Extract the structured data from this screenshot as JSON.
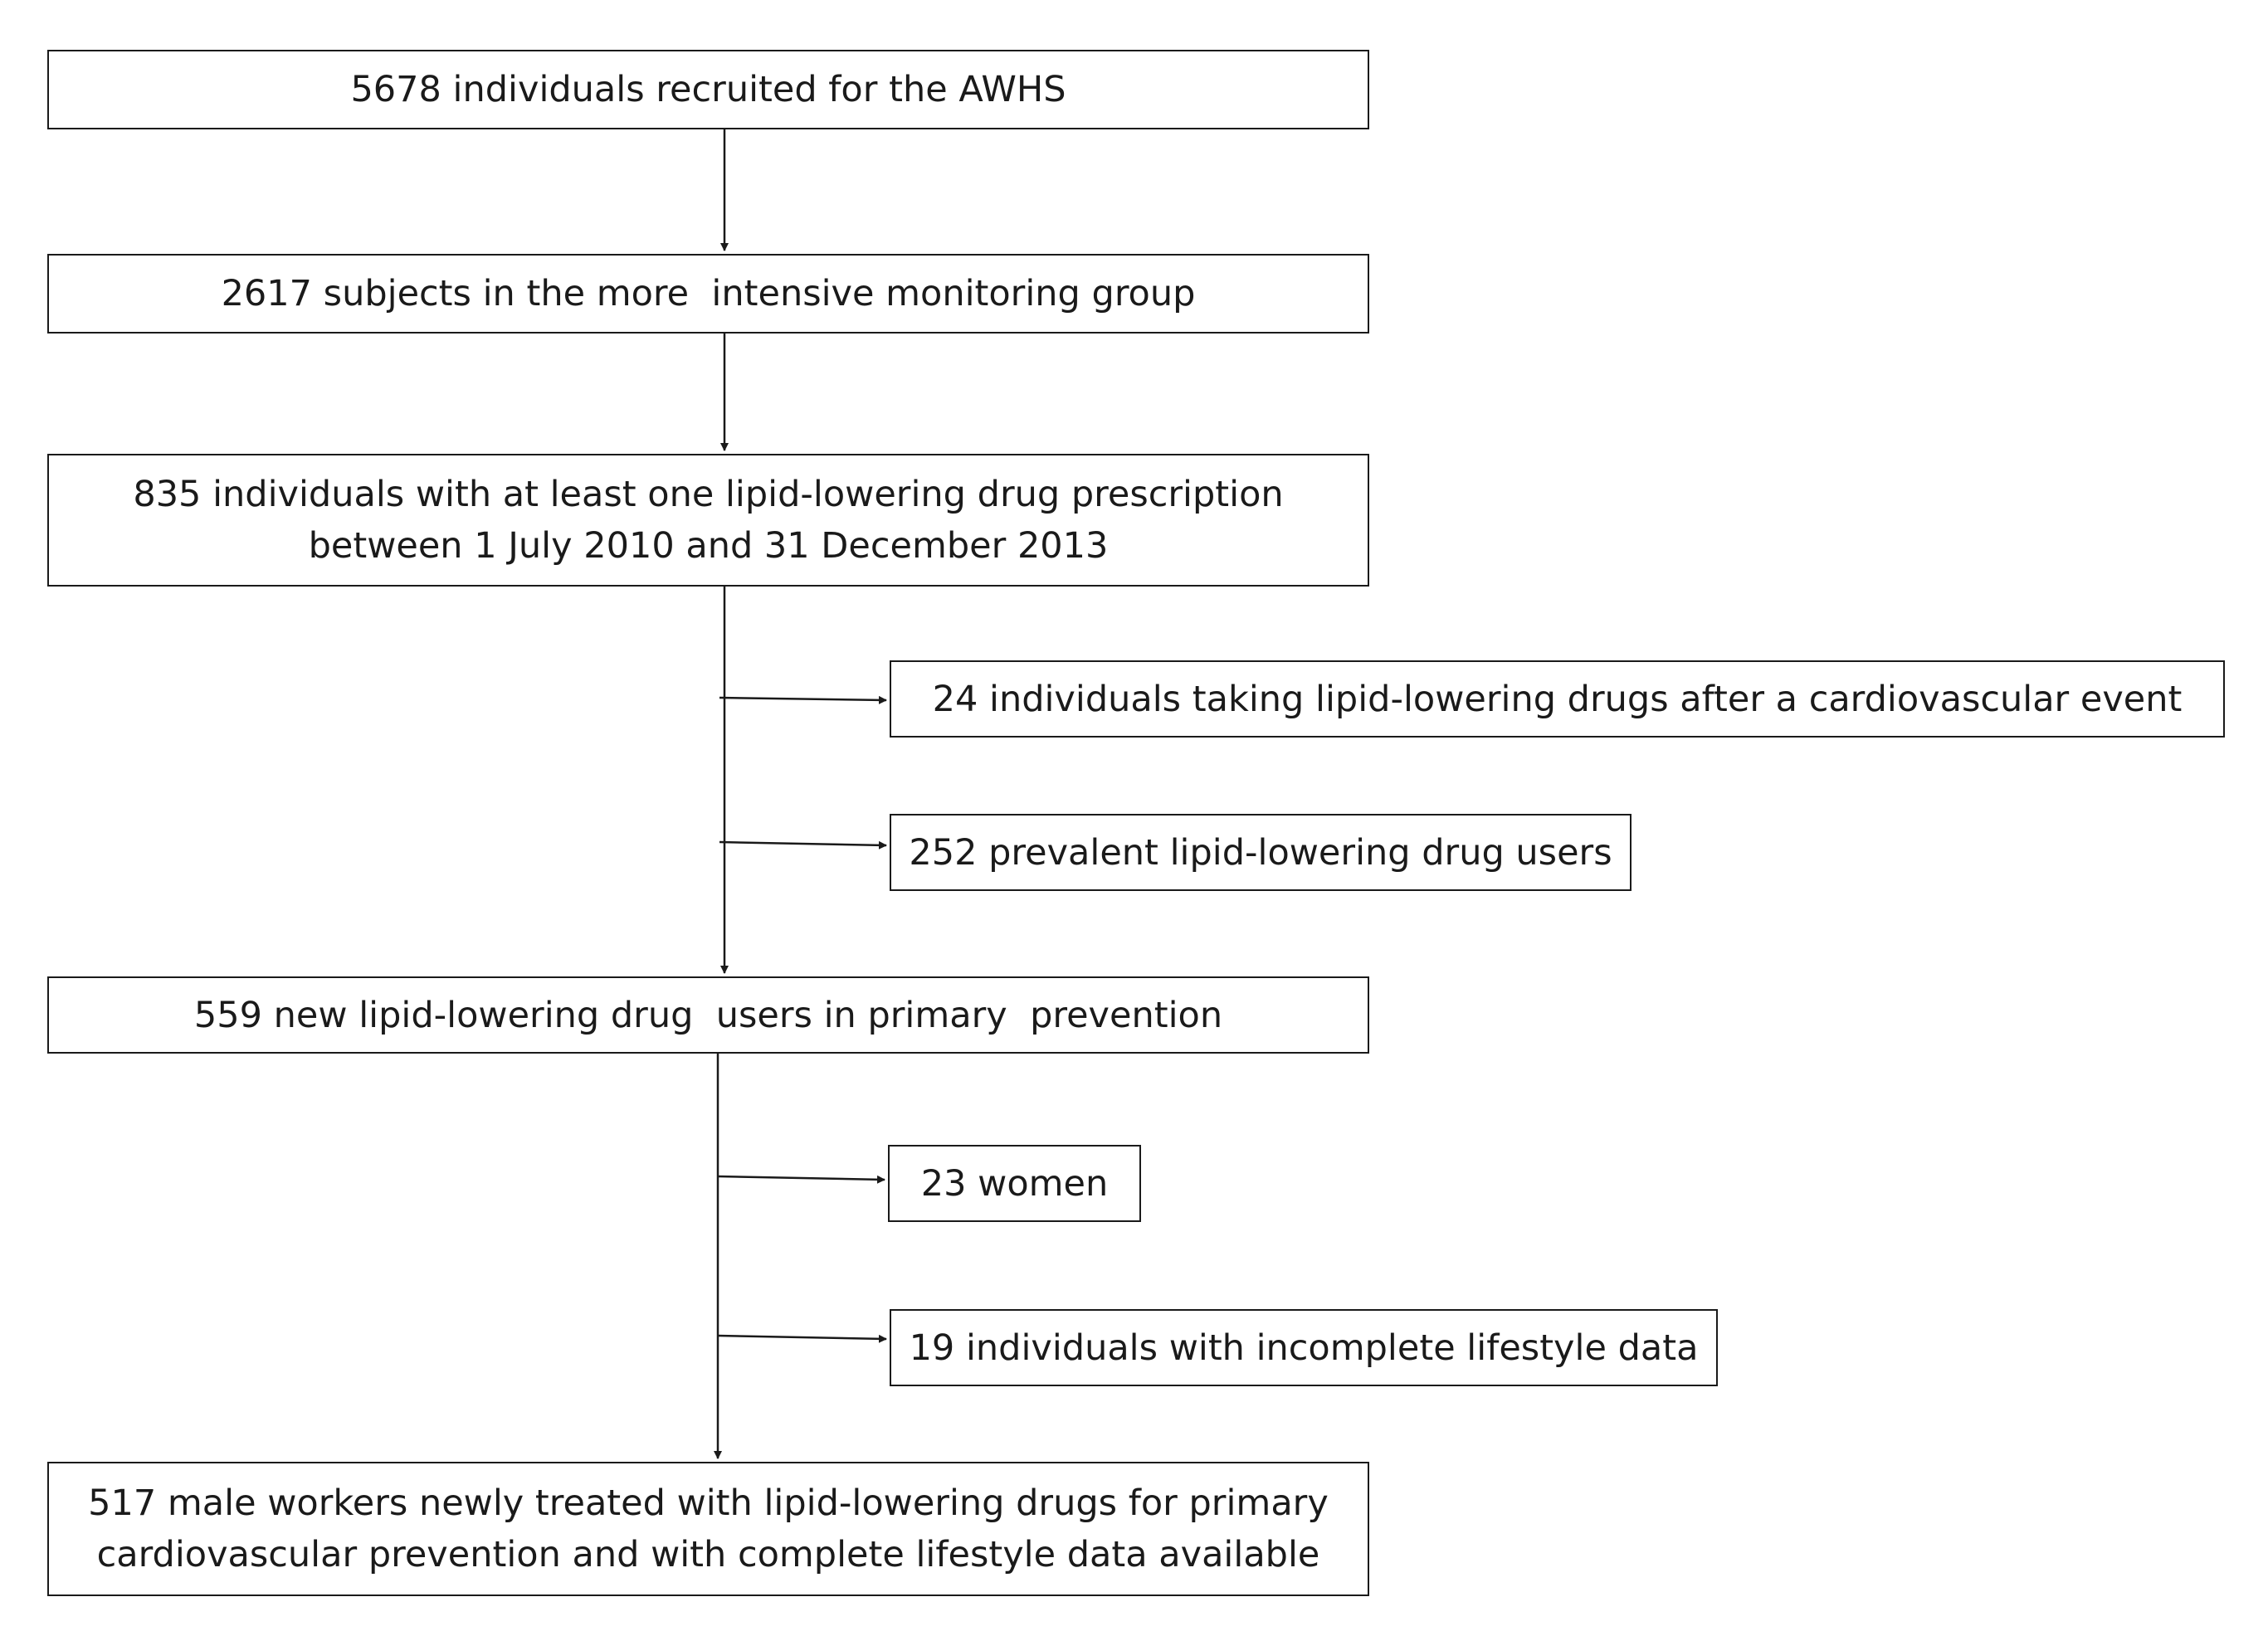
{
  "flowchart": {
    "boxes": {
      "recruited": {
        "text": "5678 individuals recruited for the AWHS"
      },
      "monitoring": {
        "text": "2617 subjects in the more  intensive monitoring group"
      },
      "prescription": {
        "line1": "835 individuals with at least one lipid-lowering drug prescription",
        "line2": "between 1 July 2010 and 31 December 2013"
      },
      "new_users": {
        "text": "559 new lipid-lowering drug  users in primary  prevention"
      },
      "final": {
        "line1": "517 male workers newly treated with lipid-lowering drugs for primary",
        "line2": "cardiovascular prevention and with complete lifestyle data available"
      }
    },
    "exclusions": {
      "cardiovascular_event": {
        "text": "24 individuals taking lipid-lowering drugs after a cardiovascular event"
      },
      "prevalent_users": {
        "text": "252 prevalent lipid-lowering drug users"
      },
      "women": {
        "text": "23 women"
      },
      "incomplete_lifestyle": {
        "text": "19 individuals with incomplete lifestyle data"
      }
    },
    "colors": {
      "stroke": "#1a1a1a",
      "background": "#ffffff"
    }
  }
}
